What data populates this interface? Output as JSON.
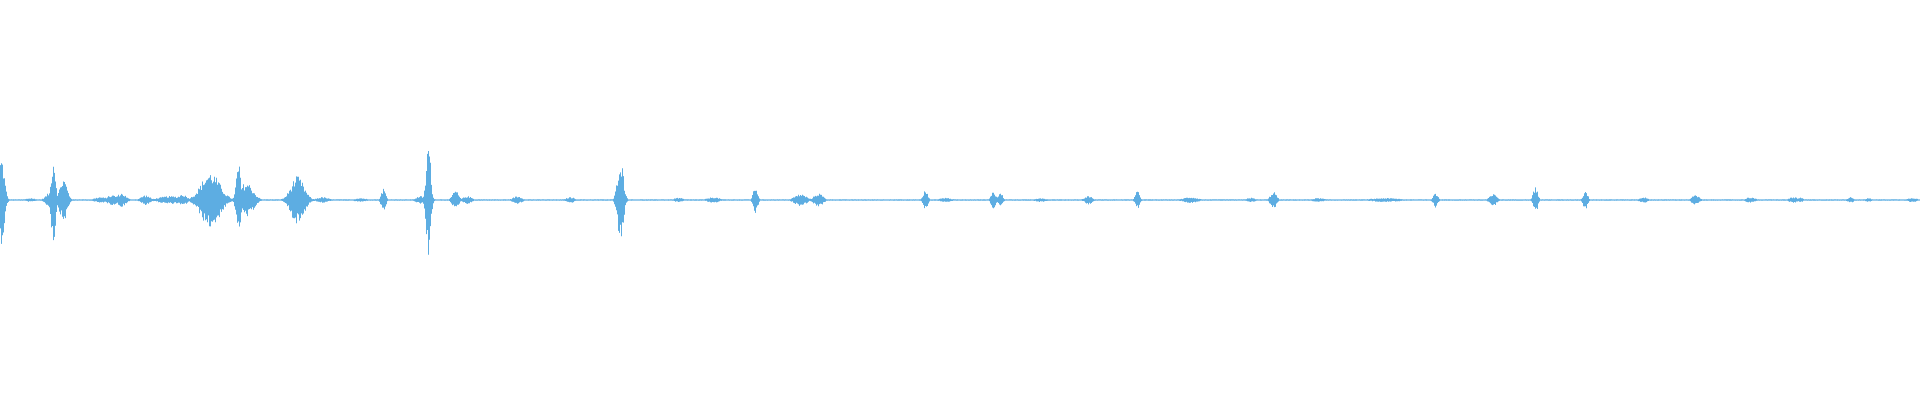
{
  "waveform": {
    "color": "#5dade2",
    "total_bins": 1920,
    "baseline_amplitude": 0.004,
    "events": [
      {
        "bin": 1,
        "amp": 0.22,
        "width": 4
      },
      {
        "bin": 30,
        "amp": 0.01,
        "width": 6
      },
      {
        "bin": 50,
        "amp": 0.04,
        "width": 6
      },
      {
        "bin": 53,
        "amp": 0.22,
        "width": 3
      },
      {
        "bin": 63,
        "amp": 0.11,
        "width": 5
      },
      {
        "bin": 100,
        "amp": 0.015,
        "width": 8
      },
      {
        "bin": 112,
        "amp": 0.025,
        "width": 8
      },
      {
        "bin": 121,
        "amp": 0.035,
        "width": 6
      },
      {
        "bin": 145,
        "amp": 0.025,
        "width": 6
      },
      {
        "bin": 170,
        "amp": 0.02,
        "width": 16
      },
      {
        "bin": 182,
        "amp": 0.03,
        "width": 6
      },
      {
        "bin": 210,
        "amp": 0.14,
        "width": 13
      },
      {
        "bin": 238,
        "amp": 0.19,
        "width": 3
      },
      {
        "bin": 246,
        "amp": 0.09,
        "width": 9
      },
      {
        "bin": 297,
        "amp": 0.12,
        "width": 9
      },
      {
        "bin": 322,
        "amp": 0.015,
        "width": 8
      },
      {
        "bin": 360,
        "amp": 0.01,
        "width": 8
      },
      {
        "bin": 383,
        "amp": 0.06,
        "width": 3
      },
      {
        "bin": 420,
        "amp": 0.02,
        "width": 6
      },
      {
        "bin": 428,
        "amp": 0.3,
        "width": 3
      },
      {
        "bin": 455,
        "amp": 0.05,
        "width": 4
      },
      {
        "bin": 467,
        "amp": 0.02,
        "width": 6
      },
      {
        "bin": 517,
        "amp": 0.02,
        "width": 6
      },
      {
        "bin": 570,
        "amp": 0.015,
        "width": 6
      },
      {
        "bin": 620,
        "amp": 0.22,
        "width": 4
      },
      {
        "bin": 678,
        "amp": 0.012,
        "width": 6
      },
      {
        "bin": 713,
        "amp": 0.015,
        "width": 8
      },
      {
        "bin": 755,
        "amp": 0.07,
        "width": 3
      },
      {
        "bin": 800,
        "amp": 0.03,
        "width": 8
      },
      {
        "bin": 818,
        "amp": 0.035,
        "width": 6
      },
      {
        "bin": 925,
        "amp": 0.05,
        "width": 3
      },
      {
        "bin": 945,
        "amp": 0.012,
        "width": 8
      },
      {
        "bin": 993,
        "amp": 0.05,
        "width": 3
      },
      {
        "bin": 1000,
        "amp": 0.04,
        "width": 3
      },
      {
        "bin": 1040,
        "amp": 0.01,
        "width": 8
      },
      {
        "bin": 1088,
        "amp": 0.022,
        "width": 5
      },
      {
        "bin": 1137,
        "amp": 0.045,
        "width": 3
      },
      {
        "bin": 1190,
        "amp": 0.015,
        "width": 10
      },
      {
        "bin": 1250,
        "amp": 0.012,
        "width": 6
      },
      {
        "bin": 1273,
        "amp": 0.045,
        "width": 4
      },
      {
        "bin": 1318,
        "amp": 0.01,
        "width": 8
      },
      {
        "bin": 1385,
        "amp": 0.01,
        "width": 20
      },
      {
        "bin": 1435,
        "amp": 0.04,
        "width": 3
      },
      {
        "bin": 1493,
        "amp": 0.03,
        "width": 5
      },
      {
        "bin": 1535,
        "amp": 0.07,
        "width": 3
      },
      {
        "bin": 1585,
        "amp": 0.05,
        "width": 3
      },
      {
        "bin": 1643,
        "amp": 0.015,
        "width": 5
      },
      {
        "bin": 1695,
        "amp": 0.025,
        "width": 5
      },
      {
        "bin": 1750,
        "amp": 0.015,
        "width": 6
      },
      {
        "bin": 1793,
        "amp": 0.015,
        "width": 6
      },
      {
        "bin": 1800,
        "amp": 0.012,
        "width": 4
      },
      {
        "bin": 1850,
        "amp": 0.015,
        "width": 4
      },
      {
        "bin": 1868,
        "amp": 0.01,
        "width": 4
      },
      {
        "bin": 1912,
        "amp": 0.012,
        "width": 6
      }
    ]
  }
}
